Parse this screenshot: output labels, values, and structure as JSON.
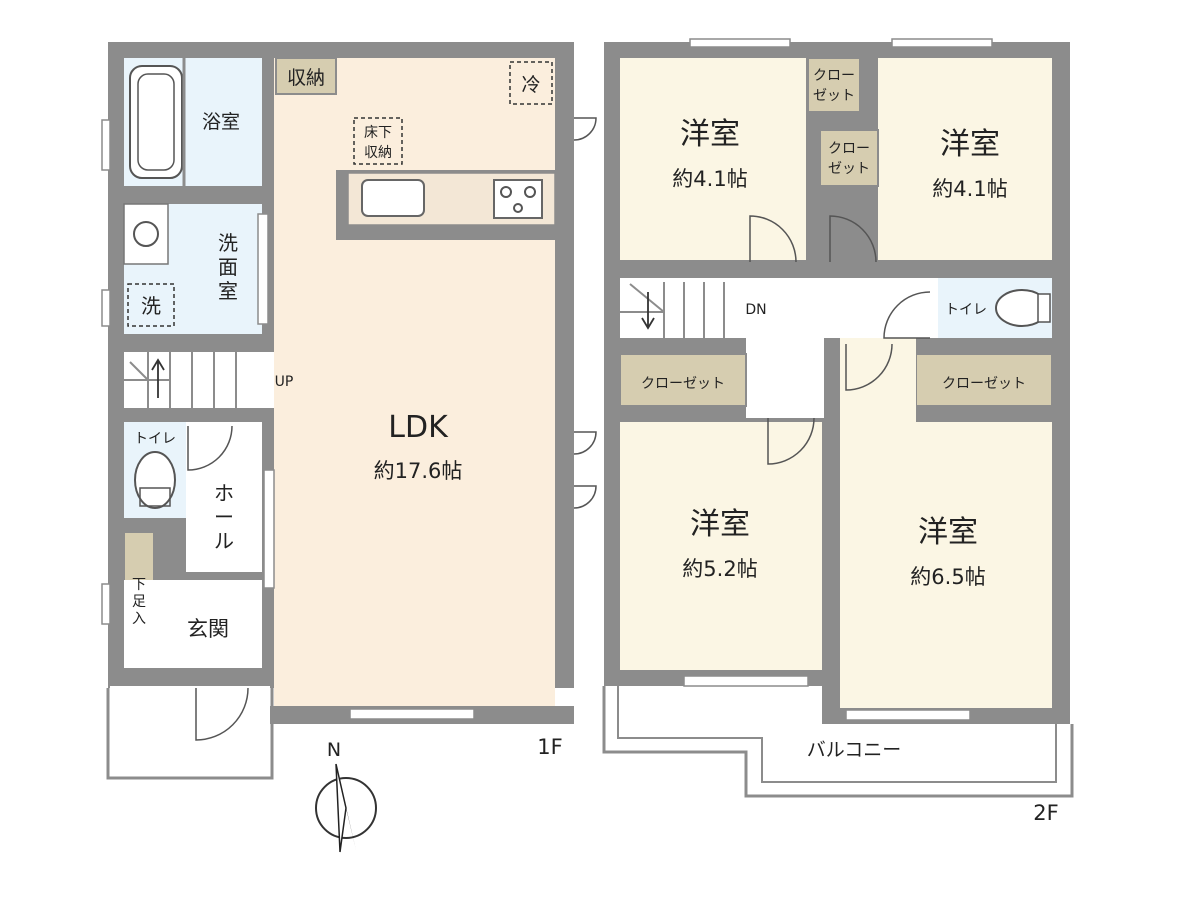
{
  "floor1": {
    "label": "1F",
    "bath": "浴室",
    "storage": "収納",
    "fridge": "冷",
    "underfloor_1": "床下",
    "underfloor_2": "収納",
    "washroom_v": [
      "洗",
      "面",
      "室"
    ],
    "washer": "洗",
    "stairs_up": "UP",
    "ldk_name": "LDK",
    "ldk_size": "約17.6帖",
    "toilet": "トイレ",
    "hall_v": [
      "ホ",
      "ー",
      "ル"
    ],
    "shoebox_v": [
      "下",
      "足",
      "入"
    ],
    "entrance": "玄関"
  },
  "floor2": {
    "label": "2F",
    "room_nw_name": "洋室",
    "room_nw_size": "約4.1帖",
    "room_ne_name": "洋室",
    "room_ne_size": "約4.1帖",
    "closet_top": [
      "クロー",
      "ゼット"
    ],
    "stairs_down": "DN",
    "toilet": "トイレ",
    "closet_sw": "クローゼット",
    "closet_se": "クローゼット",
    "room_sw_name": "洋室",
    "room_sw_size": "約5.2帖",
    "room_se_name": "洋室",
    "room_se_size": "約6.5帖",
    "balcony": "バルコニー"
  },
  "compass": {
    "north": "N"
  },
  "colors": {
    "wall": "#8c8c8c",
    "ldk_floor": "#fbeedd",
    "room_floor": "#fbf6e4",
    "wet_area": "#e9f4fb",
    "storage": "#d6cdb0",
    "kitchen": "#f3e7d6",
    "hallway": "#ffffff"
  }
}
